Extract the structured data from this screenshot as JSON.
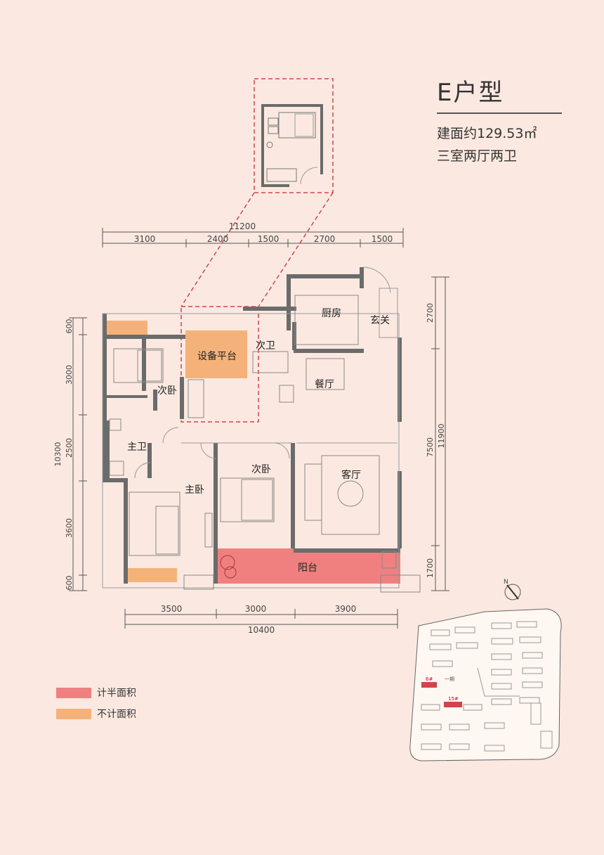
{
  "header": {
    "title": "E户型",
    "area": "建面约129.53㎡",
    "layout": "三室两厅两卫"
  },
  "dimensions": {
    "top_total": "11200",
    "top_segments": [
      "3100",
      "2400",
      "1500",
      "2700",
      "1500"
    ],
    "bottom_segments": [
      "3500",
      "3000",
      "3900"
    ],
    "bottom_total": "10400",
    "left_segments": [
      "600",
      "3000",
      "2500",
      "3600",
      "600"
    ],
    "left_total": "10300",
    "right_segments": [
      "2700",
      "7500",
      "1700"
    ],
    "right_total": "11900"
  },
  "rooms": {
    "kitchen": "厨房",
    "entrance": "玄关",
    "equipment_platform": "设备平台",
    "second_bath": "次卫",
    "dining": "餐厅",
    "second_bedroom_a": "次卧",
    "master_bath": "主卫",
    "master_bedroom": "主卧",
    "second_bedroom_b": "次卧",
    "living": "客厅",
    "balcony": "阳台"
  },
  "site_map": {
    "building_a": "6#",
    "building_b": "15#",
    "label": "一期"
  },
  "legend": [
    {
      "label": "计半面积",
      "color": "#f08080"
    },
    {
      "label": "不计面积",
      "color": "#f4b27a"
    }
  ],
  "colors": {
    "background": "#fbe9e1",
    "wall": "#6b6b6b",
    "half_area": "#f08080",
    "excluded_area": "#f4b27a",
    "dashed": "#d0454c"
  }
}
